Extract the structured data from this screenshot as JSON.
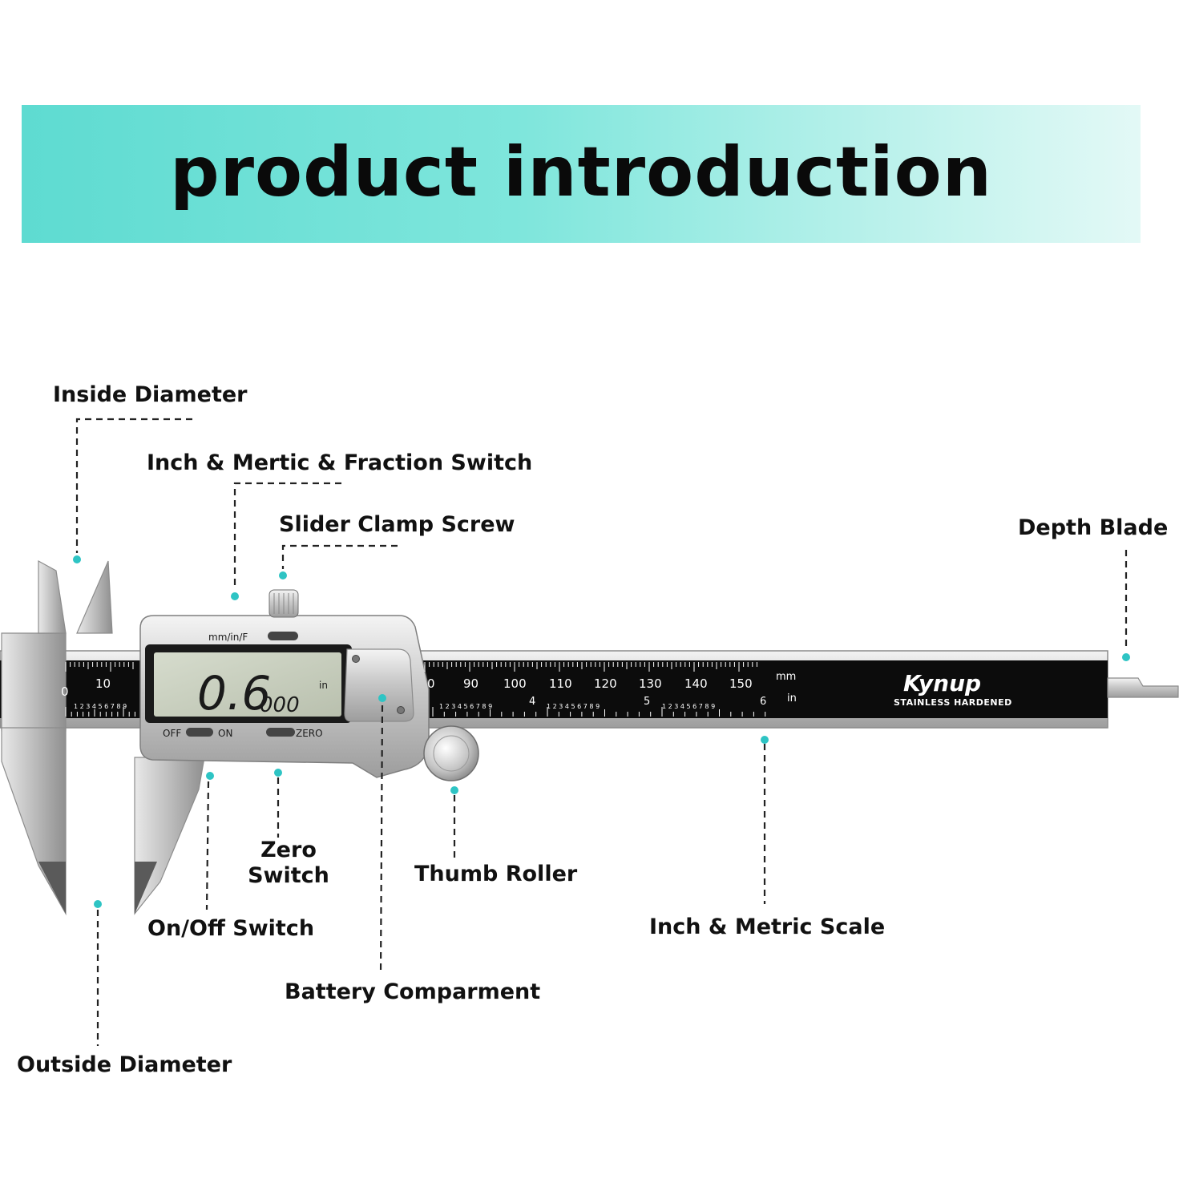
{
  "banner": {
    "title": "product introduction"
  },
  "labels": {
    "inside_diameter": "Inside Diameter",
    "inch_metric_fraction_switch": "Inch & Mertic & Fraction Switch",
    "slider_clamp_screw": "Slider Clamp Screw",
    "depth_blade": "Depth Blade",
    "zero_switch_line1": "Zero",
    "zero_switch_line2": "Switch",
    "thumb_roller": "Thumb Roller",
    "on_off_switch": "On/Off Switch",
    "inch_metric_scale": "Inch & Metric Scale",
    "battery_compartment": "Battery Comparment",
    "outside_diameter": "Outside Diameter"
  },
  "caliper": {
    "brand": "Kynup",
    "brand_sub": "STAINLESS  HARDENED",
    "display_main": "0.6",
    "display_small": "000",
    "display_unit": "in",
    "mode_button": "mm/in/F",
    "off_label": "OFF",
    "on_label": "ON",
    "zero_label": "ZERO",
    "unit_mm": "mm",
    "unit_in": "in",
    "mm_numbers": [
      "0",
      "10",
      "0",
      "90",
      "100",
      "110",
      "120",
      "130",
      "140",
      "150"
    ],
    "inch_numbers": [
      "4",
      "5",
      "6"
    ],
    "inch_small_digits": "1 2 3 4 5 6 7 8 9"
  },
  "colors": {
    "accent_dot": "#2ec4c4",
    "banner_start": "#5edbd1",
    "banner_end": "#e3f9f6",
    "scale_black": "#0c0c0c",
    "lcd": "#c9cfc0"
  }
}
